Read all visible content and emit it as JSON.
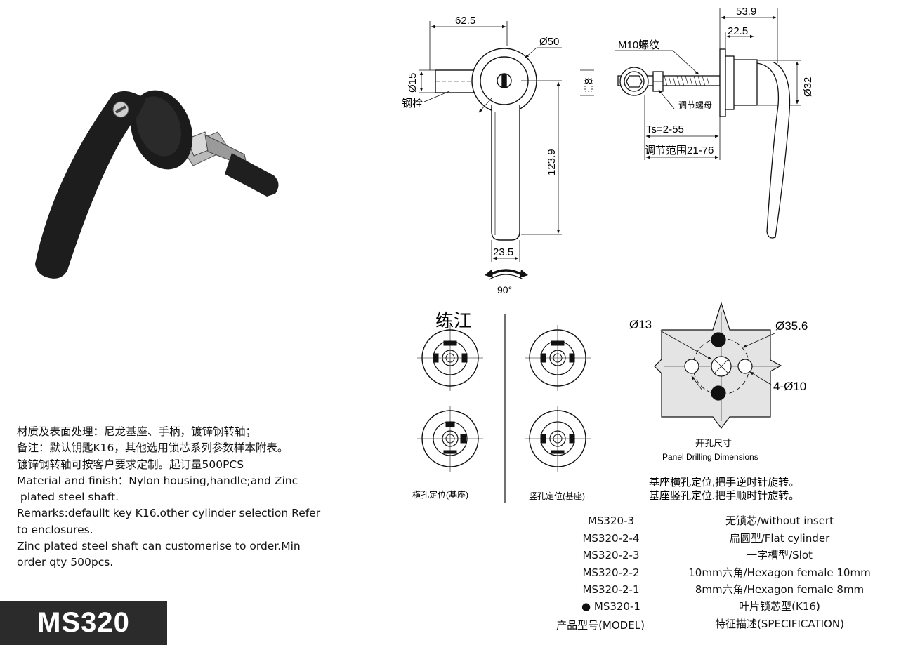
{
  "model_code": "MS320",
  "notes": [
    "材质及表面处理：尼龙基座、手柄，镀锌钢转轴；",
    "备注：默认钥匙K16，其他选用锁芯系列参数样本附表。",
    "镀锌钢转轴可按客户要求定制。起订量500PCS",
    "Material and finish：Nylon housing,handle;and Zinc",
    " plated steel shaft.",
    "Remarks:defaullt key K16.other cylinder selection Refer",
    "to enclosures.",
    "Zinc plated steel shaft can customerise to order.Min",
    "order qty 500pcs."
  ],
  "front_view": {
    "dim_width": "62.5",
    "dim_circle": "Ø50",
    "dim_pin": "Ø15",
    "pin_label": "钢栓",
    "dim_length": "123.9",
    "dim_handle_width": "23.5",
    "rotation": "90°"
  },
  "side_view": {
    "dim_total": "53.9",
    "dim_inner": "22.5",
    "thread": "M10螺纹",
    "dim_8": "8",
    "dim_base": "Ø32",
    "nut_label": "调节螺母",
    "ts": "Ts=2-55",
    "range": "调节范围21-76"
  },
  "orientation": {
    "title": "练江",
    "horizontal_label": "横孔定位(基座)",
    "vertical_label": "竖孔定位(基座)"
  },
  "panel": {
    "dim_center": "Ø13",
    "dim_pcd": "Ø35.6",
    "dim_holes": "4-Ø10",
    "title_cn": "开孔尺寸",
    "title_en": "Panel Drilling Dimensions",
    "note_1": "基座横孔定位,把手逆时针旋转。",
    "note_2": "基座竖孔定位,把手顺时针旋转。"
  },
  "table": {
    "rows": [
      {
        "model": "MS320-3",
        "spec": "无锁芯/without insert"
      },
      {
        "model": "MS320-2-4",
        "spec": "扁圆型/Flat cylinder"
      },
      {
        "model": "MS320-2-3",
        "spec": "一字槽型/Slot"
      },
      {
        "model": "MS320-2-2",
        "spec": "10mm六角/Hexagon female 10mm"
      },
      {
        "model": "MS320-2-1",
        "spec": "8mm六角/Hexagon female 8mm"
      },
      {
        "model": "● MS320-1",
        "spec": "叶片锁芯型(K16)"
      }
    ],
    "header_model": "产品型号(MODEL)",
    "header_spec": "特征描述(SPECIFICATION)"
  }
}
